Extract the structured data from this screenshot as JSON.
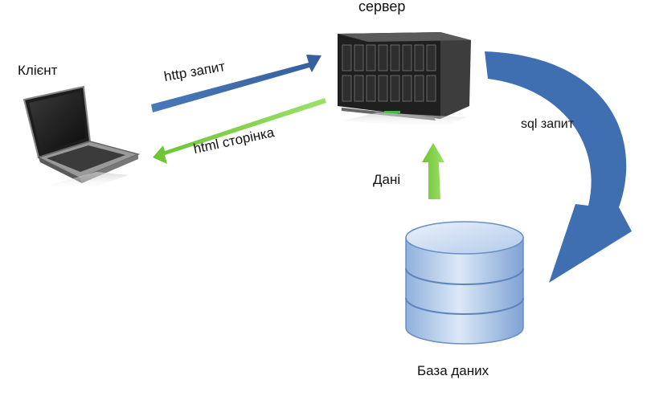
{
  "nodes": {
    "client": "Клієнт",
    "server": "сервер",
    "database": "База даних"
  },
  "edges": {
    "http_request": "http запит",
    "html_page": "html сторінка",
    "sql_request": "sql запит",
    "data": "Дані"
  },
  "colors": {
    "request_arrow": "#3f6fb1",
    "response_arrow": "#7fcf3f",
    "database_fill": "#bcd2ef",
    "server_body": "#2a2a2a"
  }
}
